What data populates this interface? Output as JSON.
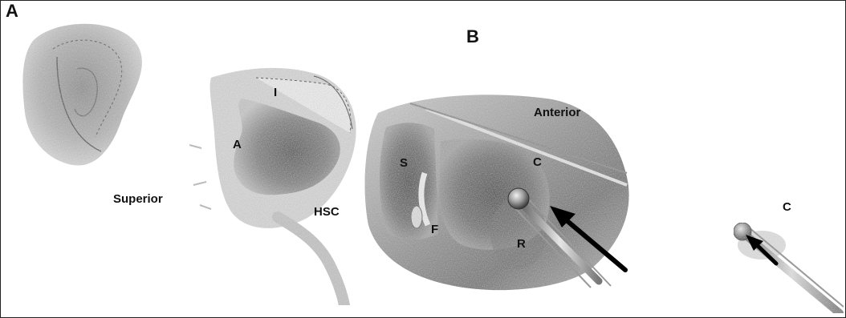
{
  "panels": {
    "a": "A",
    "b": "B",
    "c": "C"
  },
  "orientation": {
    "superior": "Superior",
    "anterior": "Anterior"
  },
  "structures": {
    "i": "I",
    "a": "A",
    "hsc": "HSC",
    "s": "S",
    "f": "F",
    "c": "C",
    "r": "R"
  },
  "colors": {
    "tissue_light": "#c8c8c8",
    "tissue_mid": "#9a9a9a",
    "tissue_dark": "#5a5a5a",
    "ink": "#111111",
    "frame": "#222222"
  },
  "icons": {
    "arrow_main": "arrow-icon",
    "arrow_inset": "arrow-icon"
  }
}
